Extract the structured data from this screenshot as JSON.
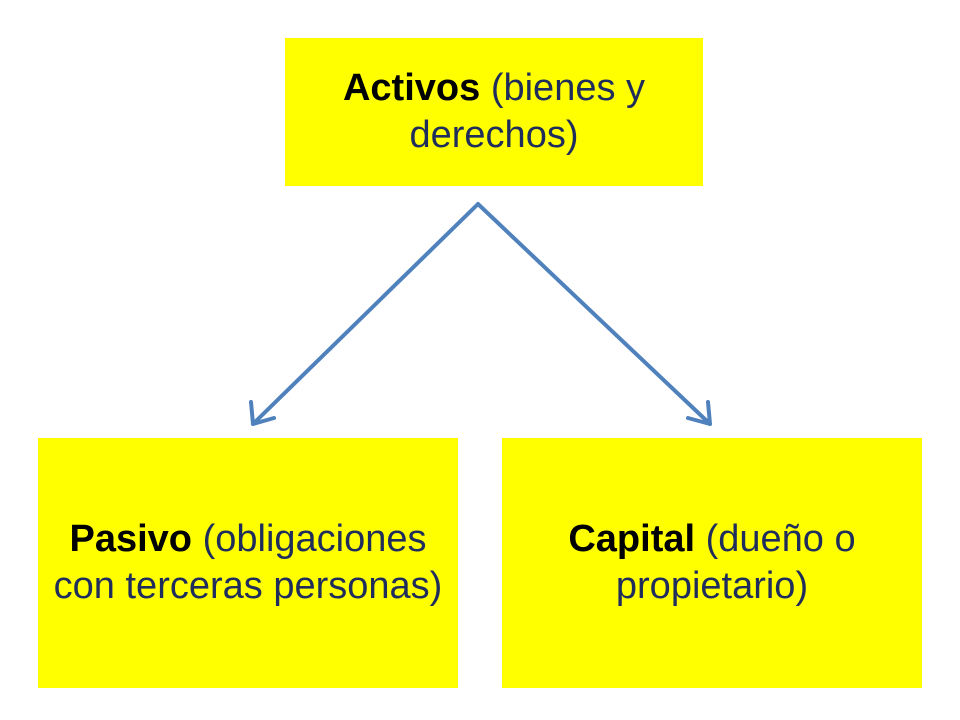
{
  "nodes": {
    "top": {
      "bold": "Activos",
      "rest": " (bienes y derechos)"
    },
    "left": {
      "bold": "Pasivo",
      "rest": " (obligaciones con terceras personas)"
    },
    "right": {
      "bold": "Capital",
      "rest": " (dueño o propietario)"
    }
  },
  "edges": [
    {
      "from": "top",
      "to": "left"
    },
    {
      "from": "top",
      "to": "right"
    }
  ],
  "colors": {
    "box_fill": "#ffff00",
    "arrow": "#4f81bd",
    "text": "#1f2d5c",
    "bold_text": "#000000"
  }
}
